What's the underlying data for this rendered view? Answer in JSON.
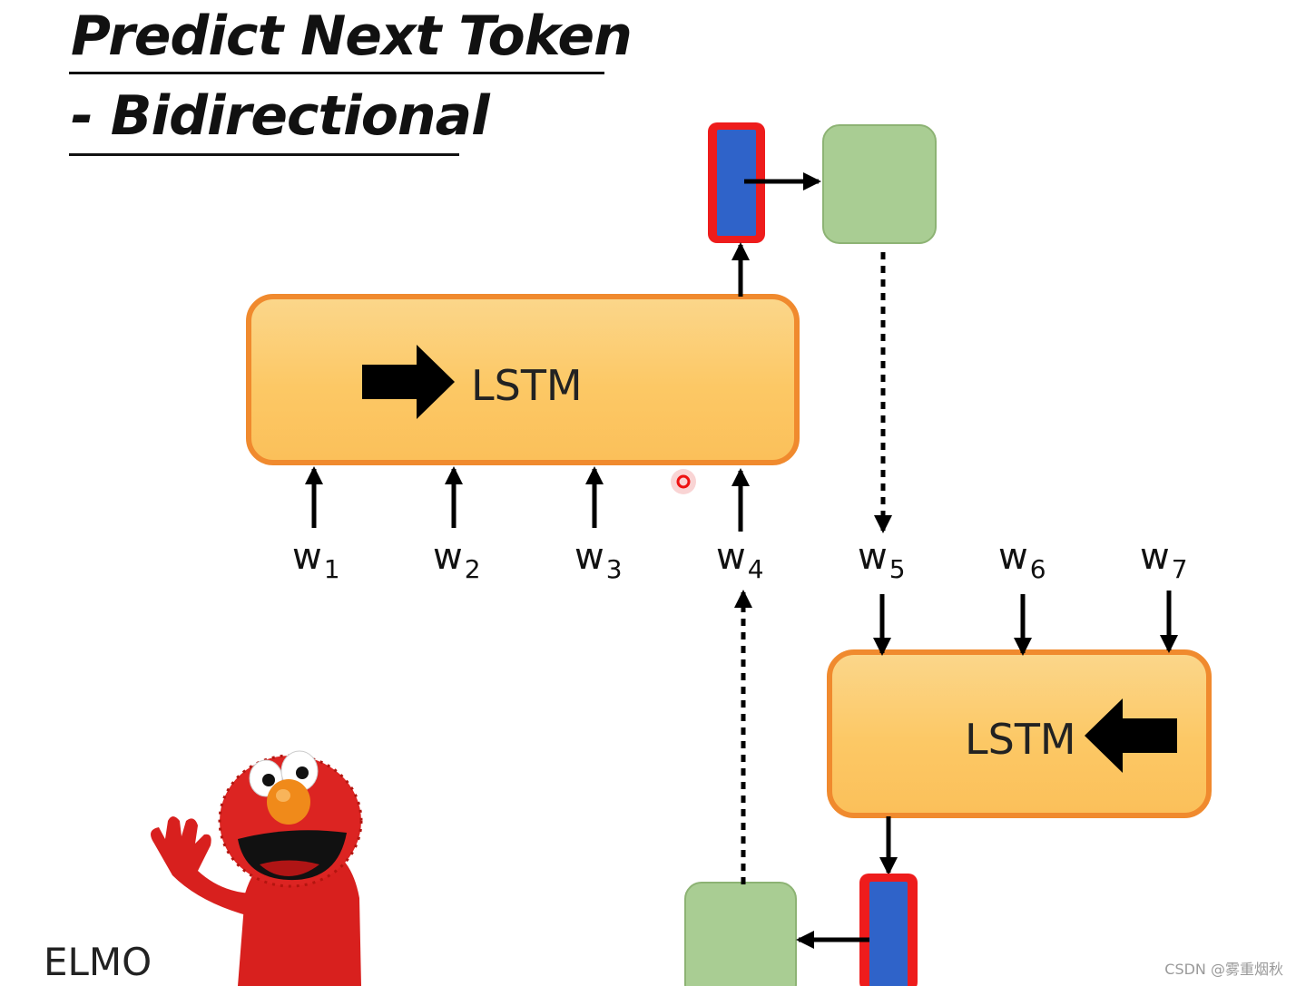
{
  "title": {
    "line1": "Predict Next Token",
    "line2": "- Bidirectional"
  },
  "lstm_forward": {
    "label": "LSTM"
  },
  "lstm_backward": {
    "label": "LSTM"
  },
  "tokens": [
    {
      "base": "w",
      "sub": "1"
    },
    {
      "base": "w",
      "sub": "2"
    },
    {
      "base": "w",
      "sub": "3"
    },
    {
      "base": "w",
      "sub": "4"
    },
    {
      "base": "w",
      "sub": "5"
    },
    {
      "base": "w",
      "sub": "6"
    },
    {
      "base": "w",
      "sub": "7"
    }
  ],
  "caption": "ELMO",
  "watermark": "CSDN @雾重烟秋",
  "colors": {
    "lstm_fill": "#fcc865",
    "lstm_border": "#f08a2e",
    "embedding_fill": "#2f63c9",
    "embedding_border": "#ee1c1c",
    "output_fill": "#a9cd93",
    "output_border": "#8db374",
    "arrow": "#000000"
  }
}
